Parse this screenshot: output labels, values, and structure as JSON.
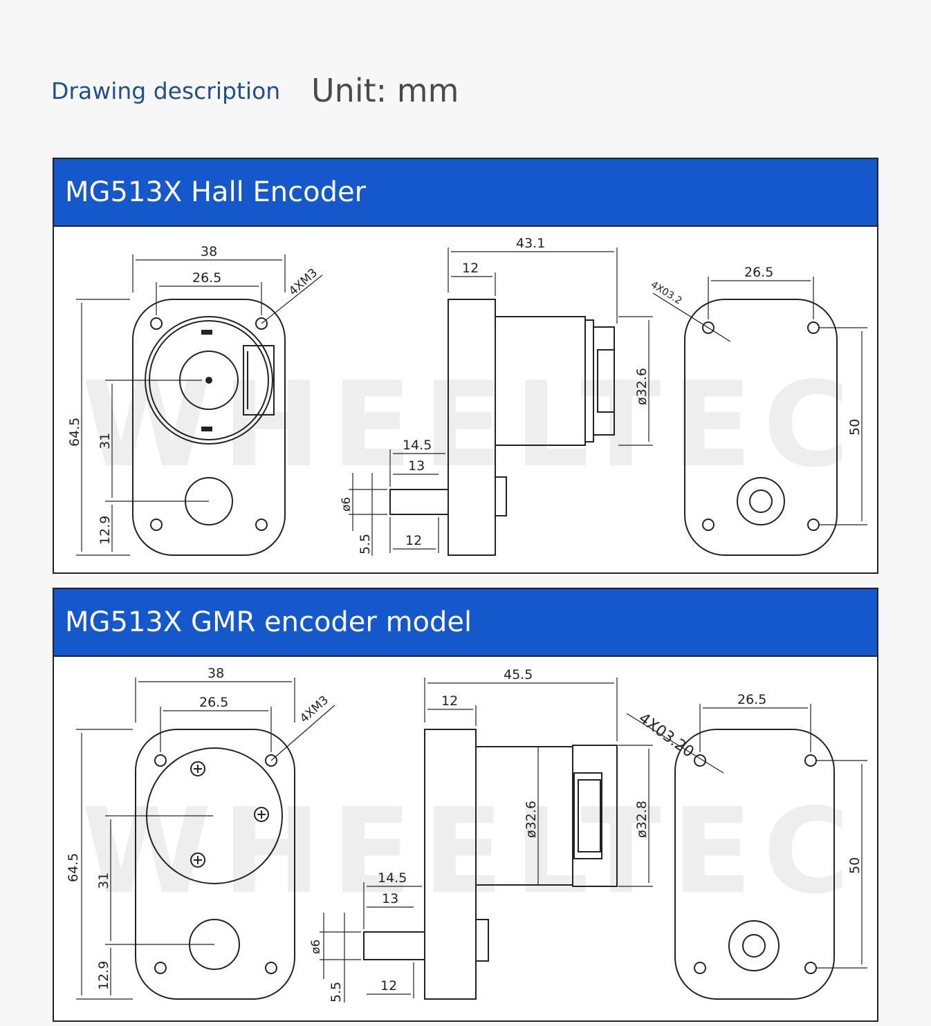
{
  "header": {
    "description": "Drawing description",
    "unit": "Unit: mm"
  },
  "watermark": "WHEELTEC",
  "panels": [
    {
      "title": "MG513X Hall Encoder",
      "front": {
        "w38": "38",
        "w26": "26.5",
        "hole": "4XM3",
        "h64": "64.5",
        "h31": "31",
        "h12": "12.9"
      },
      "side": {
        "l43": "43.1",
        "l12": "12",
        "d32": "ø32.6",
        "s145": "14.5",
        "s13": "13",
        "d6": "ø6",
        "s55": "5.5",
        "s12": "12"
      },
      "rear": {
        "w26": "26.5",
        "hole": "4X03.2",
        "h50": "50"
      }
    },
    {
      "title": "MG513X GMR encoder model",
      "front": {
        "w38": "38",
        "w26": "26.5",
        "hole": "4XM3",
        "h64": "64.5",
        "h31": "31",
        "h12": "12.9"
      },
      "side": {
        "l45": "45.5",
        "l12": "12",
        "d326": "ø32.6",
        "d328": "ø32.8",
        "s145": "14.5",
        "s13": "13",
        "d6": "ø6",
        "s55": "5.5",
        "s12": "12"
      },
      "rear": {
        "w26": "26.5",
        "hole": "4X03.20",
        "h50": "50"
      }
    }
  ],
  "colors": {
    "title_bar": "#1458cc",
    "description_text": "#1f4f8f",
    "unit_text": "#4a4a4a"
  }
}
